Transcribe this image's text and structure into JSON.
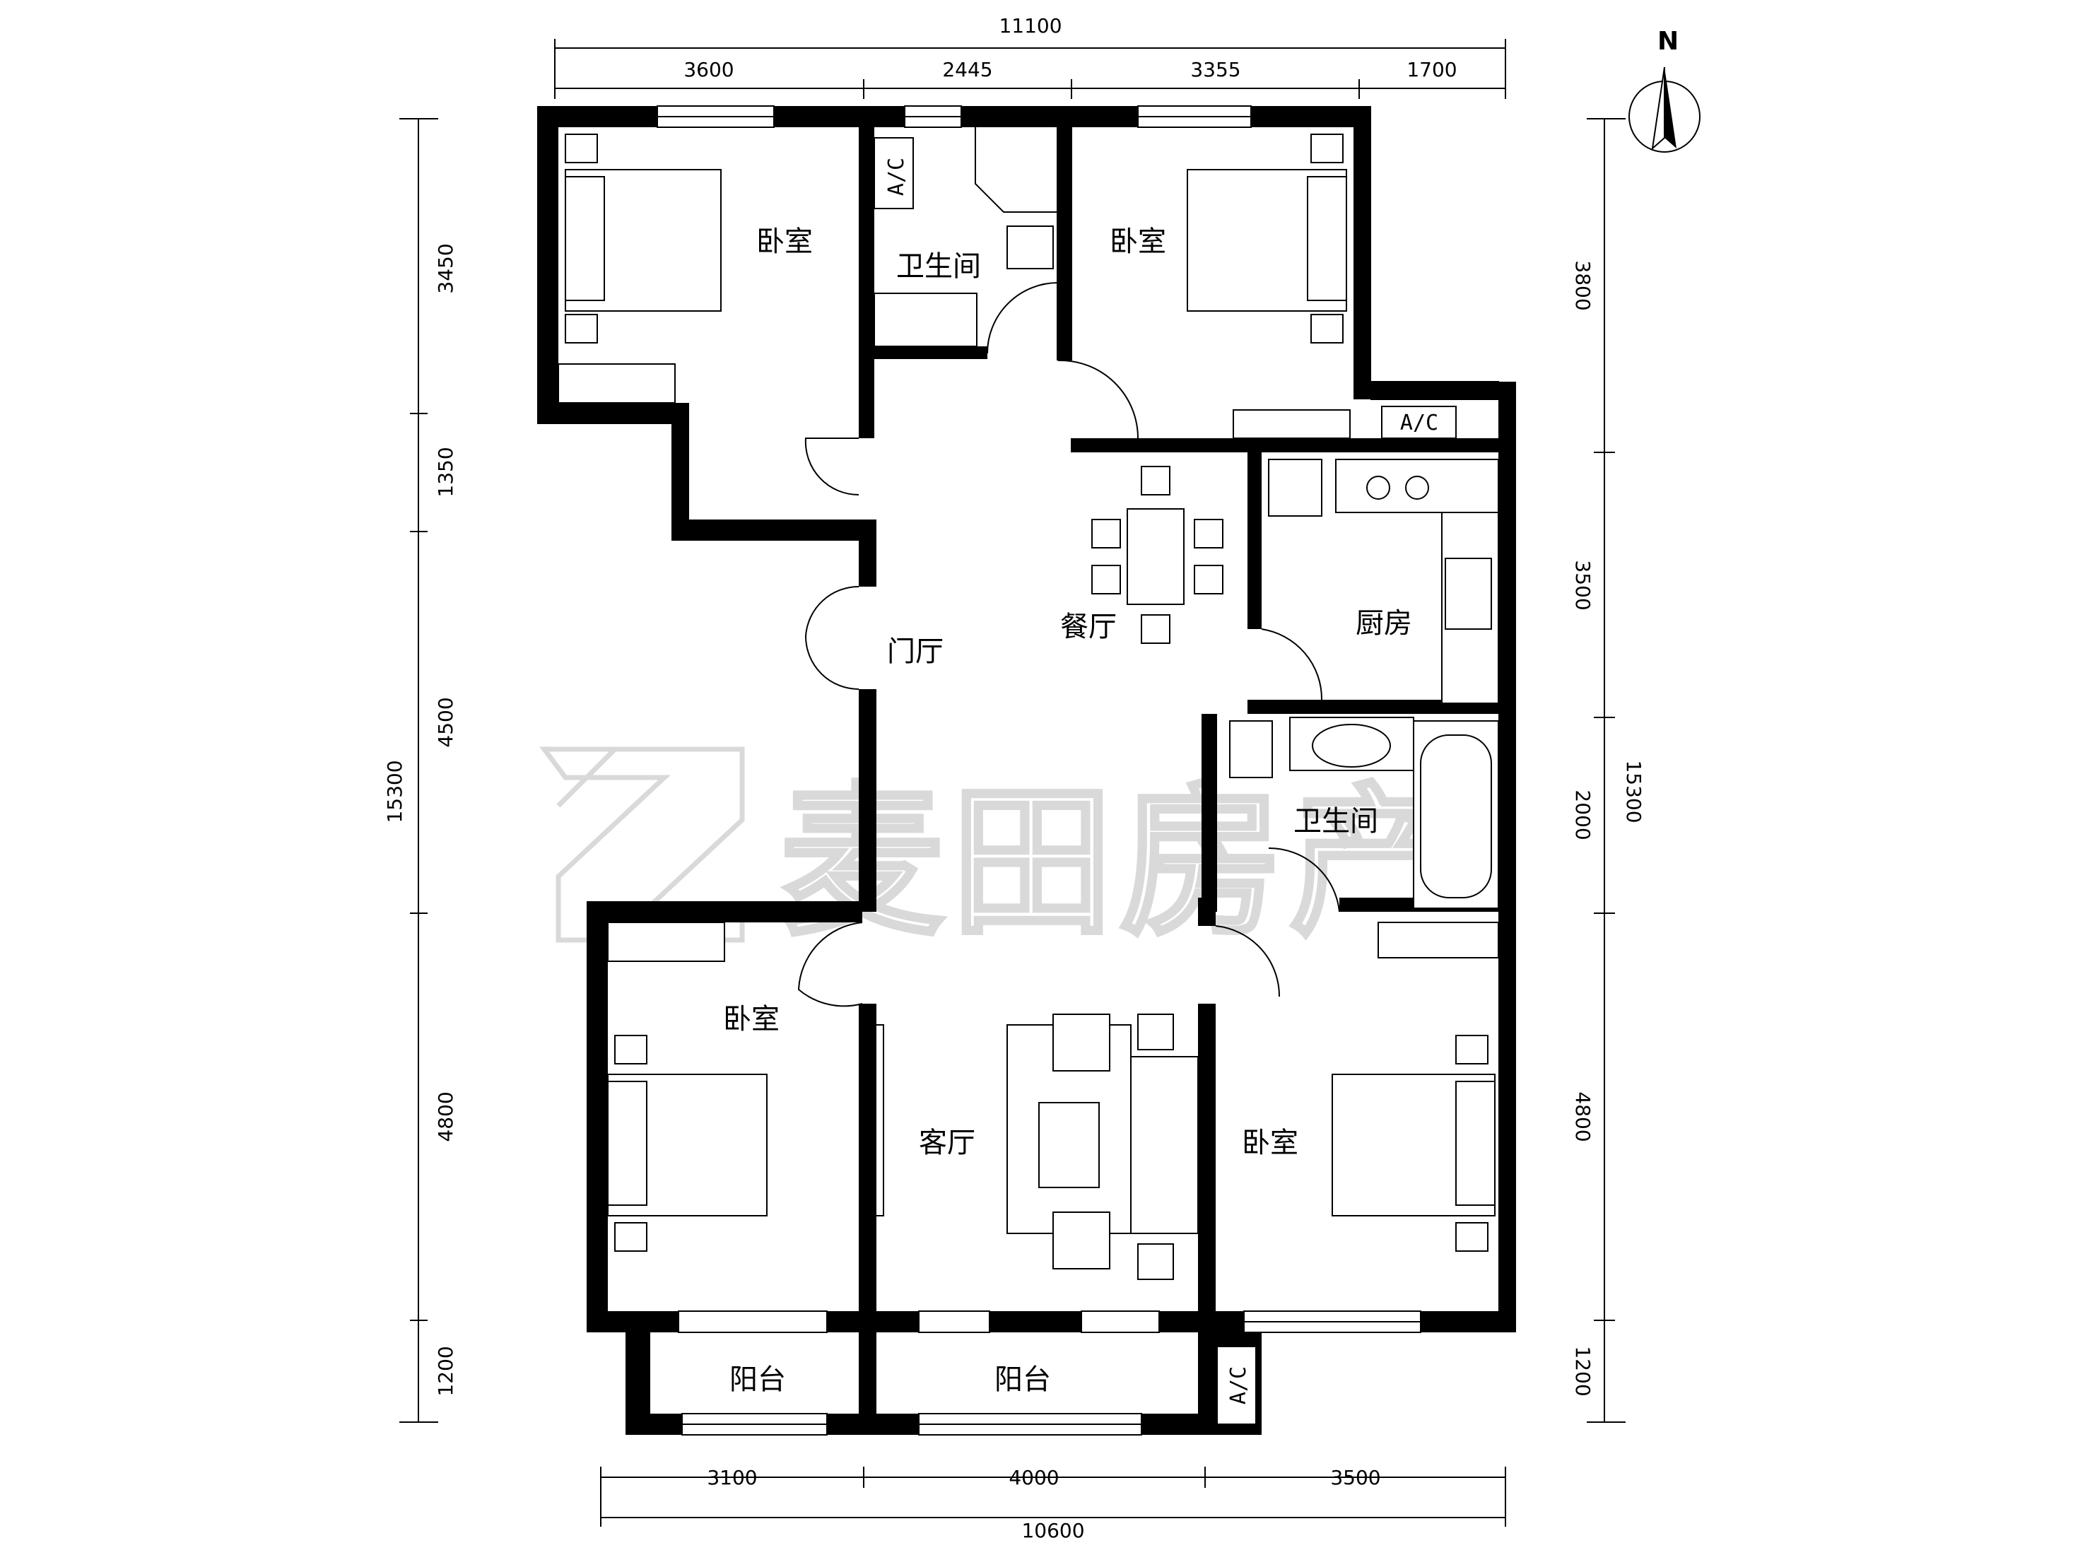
{
  "plan": {
    "compass": {
      "label": "N"
    },
    "dimensions": {
      "top_total": "11100",
      "top_segments": [
        "3600",
        "2445",
        "3355",
        "1700"
      ],
      "bottom_total": "10600",
      "bottom_segments": [
        "3100",
        "4000",
        "3500"
      ],
      "left_total": "15300",
      "left_segments": [
        "3450",
        "1350",
        "4500",
        "4800",
        "1200"
      ],
      "right_total": "15300",
      "right_segments": [
        "3800",
        "3500",
        "2000",
        "4800",
        "1200"
      ]
    },
    "rooms": {
      "bedroom_nw": "卧室",
      "bath_north": "卫生间",
      "bedroom_ne": "卧室",
      "foyer": "门厅",
      "dining": "餐厅",
      "kitchen": "厨房",
      "bath_east": "卫生间",
      "bedroom_sw": "卧室",
      "living": "客厅",
      "bedroom_se": "卧室",
      "balcony_w": "阳台",
      "balcony_c": "阳台"
    },
    "ac_units": [
      "A/C",
      "A/C",
      "A/C"
    ],
    "watermark": {
      "text": "麦田房产"
    }
  }
}
